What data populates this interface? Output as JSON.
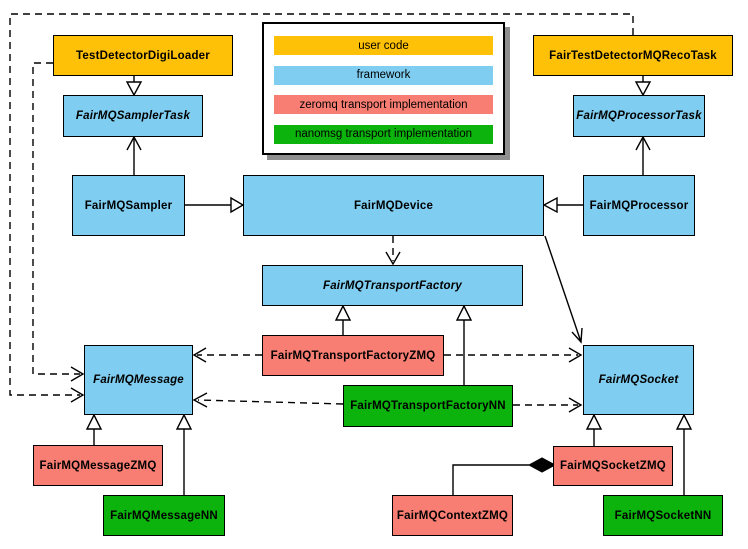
{
  "palette": {
    "user_code": "#FFC107",
    "framework": "#7FCDF0",
    "zeromq": "#F87D72",
    "nanomsg": "#0CB30C",
    "line": "#000000",
    "legend_shadow": "#8F8F8F"
  },
  "legend": {
    "items": [
      {
        "label": "user code",
        "color": "#FFC107"
      },
      {
        "label": "framework",
        "color": "#7FCDF0"
      },
      {
        "label": "zeromq transport implementation",
        "color": "#F87D72"
      },
      {
        "label": "nanomsg transport implementation",
        "color": "#0CB30C"
      }
    ]
  },
  "nodes": {
    "test_detector_digi_loader": {
      "label": "TestDetectorDigiLoader",
      "category": "user code",
      "abstract": false
    },
    "fair_test_detector_mq_reco_task": {
      "label": "FairTestDetectorMQRecoTask",
      "category": "user code",
      "abstract": false
    },
    "sampler_task": {
      "label": "FairMQSamplerTask",
      "category": "framework",
      "abstract": true
    },
    "processor_task": {
      "label": "FairMQProcessorTask",
      "category": "framework",
      "abstract": true
    },
    "sampler": {
      "label": "FairMQSampler",
      "category": "framework",
      "abstract": false
    },
    "processor": {
      "label": "FairMQProcessor",
      "category": "framework",
      "abstract": false
    },
    "device": {
      "label": "FairMQDevice",
      "category": "framework",
      "abstract": false
    },
    "transport_factory": {
      "label": "FairMQTransportFactory",
      "category": "framework",
      "abstract": true
    },
    "transport_factory_zmq": {
      "label": "FairMQTransportFactoryZMQ",
      "category": "zeromq",
      "abstract": false
    },
    "transport_factory_nn": {
      "label": "FairMQTransportFactoryNN",
      "category": "nanomsg",
      "abstract": false
    },
    "message": {
      "label": "FairMQMessage",
      "category": "framework",
      "abstract": true
    },
    "socket": {
      "label": "FairMQSocket",
      "category": "framework",
      "abstract": true
    },
    "message_zmq": {
      "label": "FairMQMessageZMQ",
      "category": "zeromq",
      "abstract": false
    },
    "message_nn": {
      "label": "FairMQMessageNN",
      "category": "nanomsg",
      "abstract": false
    },
    "socket_zmq": {
      "label": "FairMQSocketZMQ",
      "category": "zeromq",
      "abstract": false
    },
    "socket_nn": {
      "label": "FairMQSocketNN",
      "category": "nanomsg",
      "abstract": false
    },
    "context_zmq": {
      "label": "FairMQContextZMQ",
      "category": "zeromq",
      "abstract": false
    }
  },
  "edges": [
    {
      "from": "TestDetectorDigiLoader",
      "to": "FairMQSamplerTask",
      "type": "inheritance"
    },
    {
      "from": "FairTestDetectorMQRecoTask",
      "to": "FairMQProcessorTask",
      "type": "inheritance"
    },
    {
      "from": "FairMQSampler",
      "to": "FairMQDevice",
      "type": "inheritance"
    },
    {
      "from": "FairMQProcessor",
      "to": "FairMQDevice",
      "type": "inheritance"
    },
    {
      "from": "FairMQSampler",
      "to": "FairMQSamplerTask",
      "type": "association"
    },
    {
      "from": "FairMQProcessor",
      "to": "FairMQProcessorTask",
      "type": "association"
    },
    {
      "from": "FairMQDevice",
      "to": "FairMQTransportFactory",
      "type": "dependency"
    },
    {
      "from": "FairMQDevice",
      "to": "FairMQSocket",
      "type": "association"
    },
    {
      "from": "FairMQTransportFactoryZMQ",
      "to": "FairMQTransportFactory",
      "type": "inheritance"
    },
    {
      "from": "FairMQTransportFactoryNN",
      "to": "FairMQTransportFactory",
      "type": "inheritance"
    },
    {
      "from": "FairMQTransportFactoryZMQ",
      "to": "FairMQMessage",
      "type": "dependency"
    },
    {
      "from": "FairMQTransportFactoryZMQ",
      "to": "FairMQSocket",
      "type": "dependency"
    },
    {
      "from": "FairMQTransportFactoryNN",
      "to": "FairMQMessage",
      "type": "dependency"
    },
    {
      "from": "FairMQTransportFactoryNN",
      "to": "FairMQSocket",
      "type": "dependency"
    },
    {
      "from": "TestDetectorDigiLoader",
      "to": "FairMQMessage",
      "type": "dependency"
    },
    {
      "from": "FairTestDetectorMQRecoTask",
      "to": "FairMQMessage",
      "type": "dependency"
    },
    {
      "from": "FairMQMessageZMQ",
      "to": "FairMQMessage",
      "type": "inheritance"
    },
    {
      "from": "FairMQMessageNN",
      "to": "FairMQMessage",
      "type": "inheritance"
    },
    {
      "from": "FairMQSocketZMQ",
      "to": "FairMQSocket",
      "type": "inheritance"
    },
    {
      "from": "FairMQSocketNN",
      "to": "FairMQSocket",
      "type": "inheritance"
    },
    {
      "from": "FairMQSocketZMQ",
      "to": "FairMQContextZMQ",
      "type": "composition"
    }
  ]
}
